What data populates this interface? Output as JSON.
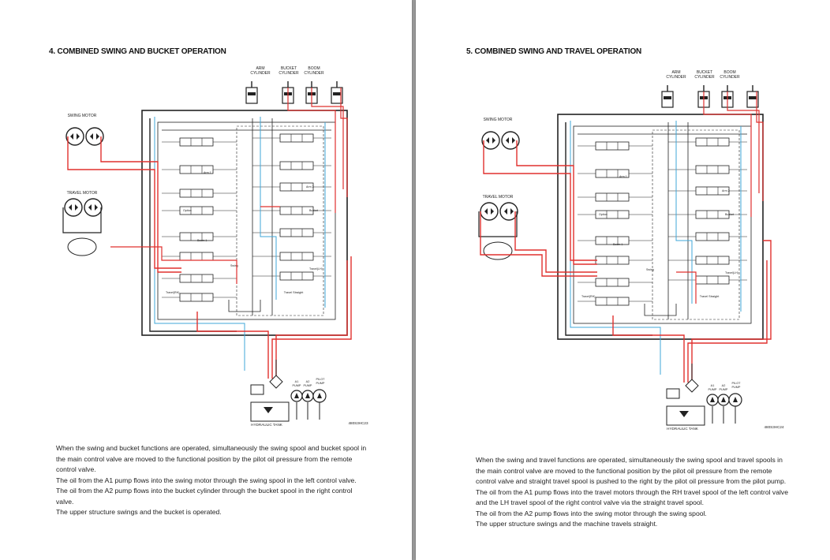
{
  "pages": [
    {
      "heading": "4. COMBINED SWING AND BUCKET OPERATION",
      "cylinder_labels": [
        "ARM\nCYLINDER",
        "BUCKET\nCYLINDER",
        "BOOM\nCYLINDER"
      ],
      "motor_labels": {
        "swing": "SWING MOTOR",
        "travel": "TRAVEL MOTOR"
      },
      "pump_labels": {
        "a1": "A1\nPUMP",
        "a2": "A2\nPUMP",
        "pilot": "PILOT\nPUMP"
      },
      "tank_label": "HYDRAULIC TANK",
      "figure_code": "480S3HC23",
      "valve_labels": {
        "travel_straight": "Travel Straight",
        "arm1": "Arm 1",
        "arm2": "Arm 2",
        "boom1": "Boom 1",
        "swing": "Swing",
        "bucket": "Bucket",
        "travel_rh": "Travel(RH)",
        "travel_lh": "Travel(LH)",
        "option": "Option"
      },
      "paragraphs": [
        "When the swing and bucket functions are operated, simultaneously the swing spool and bucket spool in the main control valve are moved to the functional position by the pilot oil pressure from the remote control valve.",
        "The oil from the A1 pump flows into the swing motor through the swing spool in the left control valve.",
        "The oil from the A2 pump flows into the bucket cylinder through the bucket spool in the right control valve.",
        "The upper structure swings and the bucket is operated."
      ]
    },
    {
      "heading": "5. COMBINED SWING AND TRAVEL OPERATION",
      "cylinder_labels": [
        "ARM\nCYLINDER",
        "BUCKET\nCYLINDER",
        "BOOM\nCYLINDER"
      ],
      "motor_labels": {
        "swing": "SWING MOTOR",
        "travel": "TRAVEL MOTOR"
      },
      "pump_labels": {
        "a1": "A1\nPUMP",
        "a2": "A2\nPUMP",
        "pilot": "PILOT\nPUMP"
      },
      "tank_label": "HYDRAULIC TANK",
      "figure_code": "480S3HC24",
      "valve_labels": {
        "travel_straight": "Travel Straight",
        "arm1": "Arm 1",
        "arm2": "Arm 2",
        "boom1": "Boom 1",
        "swing": "Swing",
        "bucket": "Bucket",
        "travel_rh": "Travel(RH)",
        "travel_lh": "Travel(LH)",
        "option": "Option"
      },
      "paragraphs": [
        "When the swing and travel functions are operated, simultaneously the swing spool and travel spools in the main control valve are moved to the functional position by the pilot oil pressure from the remote control valve and straight travel spool is pushed to the right by the pilot oil pressure from the pilot pump.",
        "The oil from the A1 pump flows into the travel motors through the RH travel spool of the left control valve and the LH travel spool of the right control valve via the straight travel spool.",
        "The oil from the A2 pump flows into the swing motor through the swing spool.",
        "The upper structure swings and the machine travels straight."
      ]
    }
  ],
  "colors": {
    "pressure_line": "#e0302e",
    "pilot_line": "#3fa7d8",
    "return_line": "#222222"
  }
}
